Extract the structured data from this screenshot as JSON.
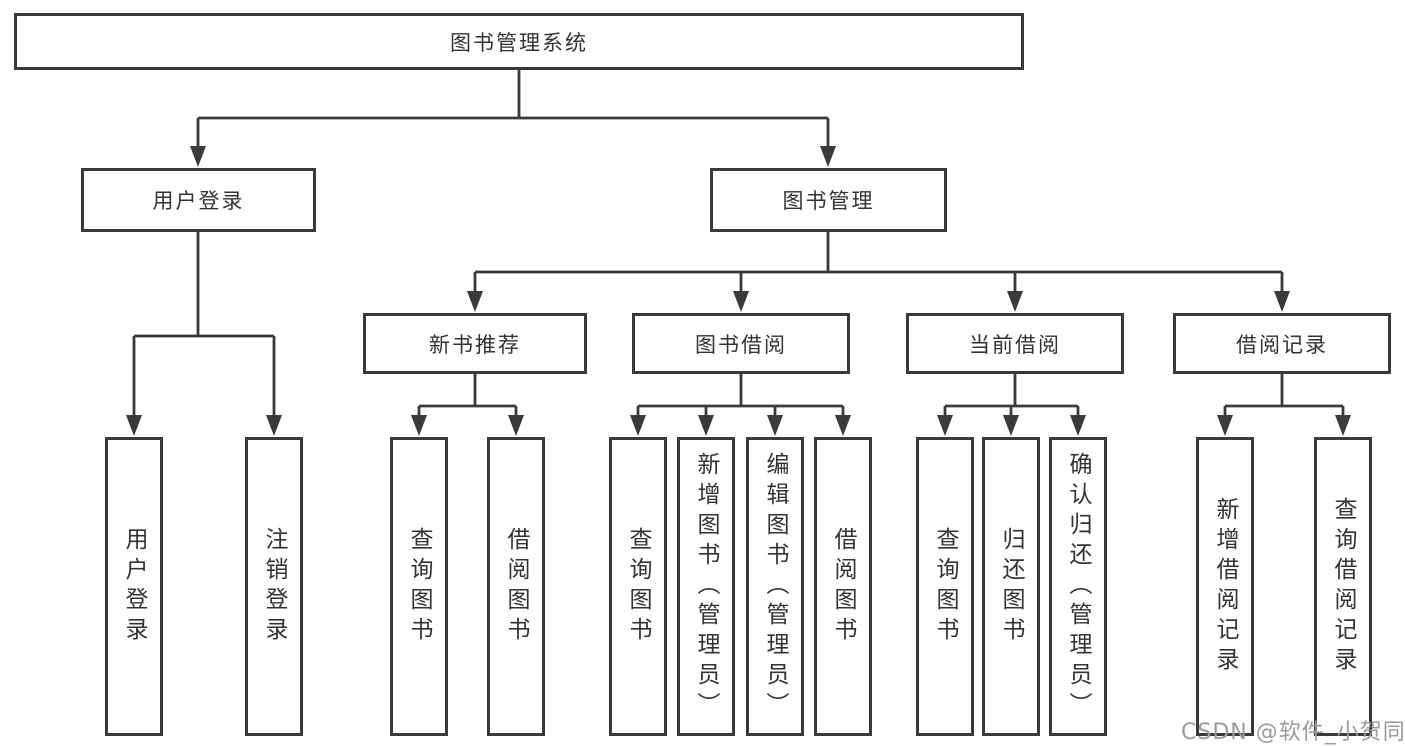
{
  "diagram": {
    "nodes": {
      "root": "图书管理系统",
      "user_login": "用户登录",
      "book_mgmt": "图书管理",
      "new_book": "新书推荐",
      "book_borrow": "图书借阅",
      "current_borrow": "当前借阅",
      "borrow_record": "借阅记录"
    },
    "leaves": {
      "user_login": [
        "用户登录",
        "注销登录"
      ],
      "new_book": [
        "查询图书",
        "借阅图书"
      ],
      "book_borrow": [
        "查询图书",
        "新增图书（管理员）",
        "编辑图书（管理员）",
        "借阅图书"
      ],
      "current_borrow": [
        "查询图书",
        "归还图书",
        "确认归还（管理员）"
      ],
      "borrow_record": [
        "新增借阅记录",
        "查询借阅记录"
      ]
    }
  },
  "watermark": "CSDN @软件_小贺同学",
  "colors": {
    "line": "#3a3a3a",
    "box_border": "#3a3a3a",
    "text": "#333333",
    "background": "#ffffff",
    "watermark": "#9b9b9b"
  }
}
